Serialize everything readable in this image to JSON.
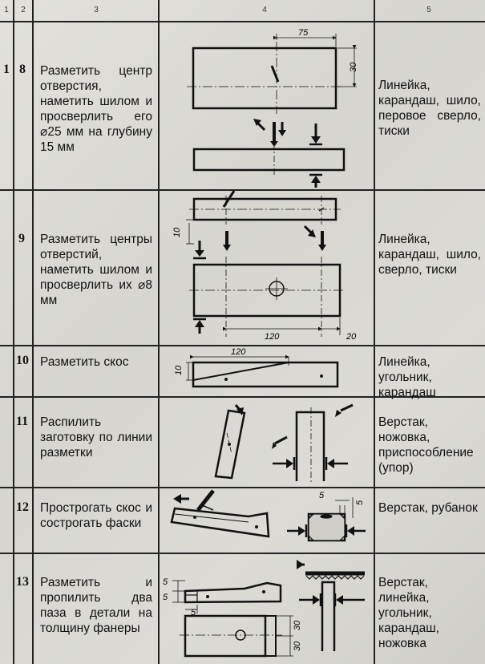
{
  "header": {
    "col1": "1",
    "col2": "2",
    "col3": "3",
    "col4": "4",
    "col5": "5"
  },
  "rows": [
    {
      "section": "1",
      "number": "8",
      "operation": "Разметить центр отверстия, наметить шилом и просверлить его ⌀25 мм на глубину 15 мм",
      "tools": "Линейка, карандаш, шило, перовое сверло, тиски",
      "dims": [
        "75",
        "30"
      ]
    },
    {
      "number": "9",
      "operation": "Разметить центры отверстий, наметить шилом и просверлить их ⌀8 мм",
      "tools": "Линейка, карандаш, шило, сверло, тиски",
      "dims": [
        "10",
        "120",
        "20"
      ]
    },
    {
      "number": "10",
      "operation": "Разметить скос",
      "tools": "Линейка, угольник, карандаш",
      "dims": [
        "120",
        "10"
      ]
    },
    {
      "number": "11",
      "operation": "Распилить заготовку по линии разметки",
      "tools": "Верстак, ножовка, приспособление (упор)"
    },
    {
      "number": "12",
      "operation": "Прострогать скос и сострогать фаски",
      "tools": "Верстак, рубанок",
      "dims": [
        "5",
        "5"
      ]
    },
    {
      "number": "13",
      "operation": "Разметить и пропилить два паза в детали на толщину фанеры",
      "tools": "Верстак, линейка, угольник, карандаш, ножовка",
      "dims": [
        "5",
        "5",
        "5",
        "30",
        "30"
      ]
    }
  ]
}
